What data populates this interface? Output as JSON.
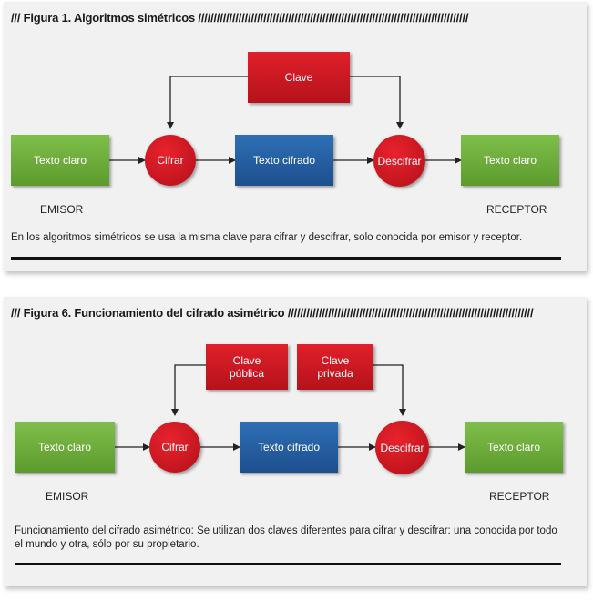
{
  "figure1": {
    "title": "/// Figura 1. Algoritmos simétricos",
    "slashes": "///////////////////////////////////////////////////////////////////////////////////////",
    "key": "Clave",
    "plaintext_left": "Texto claro",
    "encrypt": "Cifrar",
    "ciphertext": "Texto cifrado",
    "decrypt": "Descifrar",
    "plaintext_right": "Texto claro",
    "sender": "EMISOR",
    "receiver": "RECEPTOR",
    "caption": "En los algoritmos simétricos se usa la misma clave para cifrar y descifrar, solo conocida por emisor y receptor."
  },
  "figure2": {
    "title": "/// Figura 6. Funcionamiento del cifrado asimétrico",
    "slashes": "///////////////////////////////////////////////////////////////////////////////",
    "public_key": "Clave\npública",
    "private_key": "Clave\nprivada",
    "plaintext_left": "Texto claro",
    "encrypt": "Cifrar",
    "ciphertext": "Texto cifrado",
    "decrypt": "Descifrar",
    "plaintext_right": "Texto claro",
    "sender": "EMISOR",
    "receiver": "RECEPTOR",
    "caption": "Funcionamiento del cifrado asimétrico: Se utilizan dos claves diferentes para cifrar y descifrar: una conocida por todo el mundo y otra, sólo por su propietario."
  },
  "colors": {
    "green": "#6aa93a",
    "blue": "#25599f",
    "red": "#d11a23"
  }
}
